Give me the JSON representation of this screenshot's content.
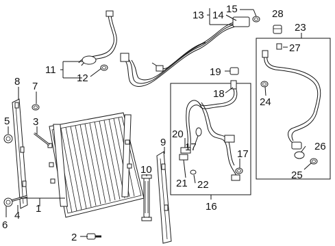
{
  "diagram": {
    "callouts": {
      "c1": "1",
      "c2": "2",
      "c3": "3",
      "c4": "4",
      "c5": "5",
      "c6": "6",
      "c7": "7",
      "c8": "8",
      "c9": "9",
      "c10": "10",
      "c11": "11",
      "c12": "12",
      "c13": "13",
      "c14": "14",
      "c15": "15",
      "c16": "16",
      "c17a": "17",
      "c17b": "17",
      "c18": "18",
      "c19": "19",
      "c20": "20",
      "c21": "21",
      "c22": "22",
      "c23": "23",
      "c24": "24",
      "c25": "25",
      "c26": "26",
      "c27": "27",
      "c28": "28"
    }
  }
}
